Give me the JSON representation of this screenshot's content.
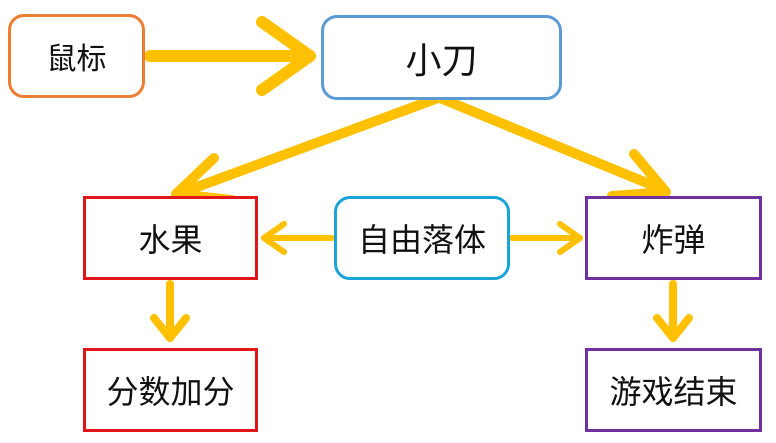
{
  "colors": {
    "arrow": "#FFC000",
    "mouse_border": "#ED7D31",
    "knife_border": "#5B9BD5",
    "fruit_border": "#E0161B",
    "fall_border": "#1AA3D6",
    "bomb_border": "#7030A0",
    "text": "#111111"
  },
  "nodes": {
    "mouse": "鼠标",
    "knife": "小刀",
    "fruit": "水果",
    "free_fall": "自由落体",
    "bomb": "炸弹",
    "score": "分数加分",
    "game_over": "游戏结束"
  }
}
